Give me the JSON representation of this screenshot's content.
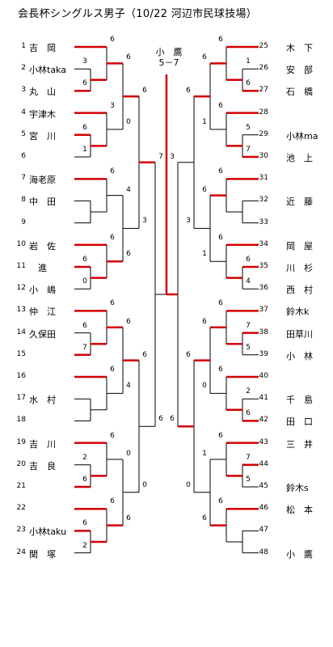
{
  "title": "会長杯シングルス男子（10/22 河辺市民球技場）",
  "champion": {
    "name": "小　鷹",
    "score": "5－7"
  },
  "colors": {
    "win": "#d40000",
    "line": "#000000"
  },
  "left_players": [
    {
      "n": "1",
      "name": "吉　岡"
    },
    {
      "n": "2",
      "name": "小林taka"
    },
    {
      "n": "3",
      "name": "丸　山"
    },
    {
      "n": "4",
      "name": "宇津木"
    },
    {
      "n": "5",
      "name": "宮　川"
    },
    {
      "n": "6",
      "name": ""
    },
    {
      "n": "7",
      "name": "海老原"
    },
    {
      "n": "8",
      "name": "中　田"
    },
    {
      "n": "9",
      "name": ""
    },
    {
      "n": "10",
      "name": "岩　佐"
    },
    {
      "n": "11",
      "name": "　進"
    },
    {
      "n": "12",
      "name": "小　嶋"
    },
    {
      "n": "13",
      "name": "仲　江"
    },
    {
      "n": "14",
      "name": "久保田"
    },
    {
      "n": "15",
      "name": ""
    },
    {
      "n": "16",
      "name": ""
    },
    {
      "n": "17",
      "name": "水　村"
    },
    {
      "n": "18",
      "name": ""
    },
    {
      "n": "19",
      "name": "吉　川"
    },
    {
      "n": "20",
      "name": "吉　良"
    },
    {
      "n": "21",
      "name": ""
    },
    {
      "n": "22",
      "name": ""
    },
    {
      "n": "23",
      "name": "小林taku"
    },
    {
      "n": "24",
      "name": "関　塚"
    }
  ],
  "right_players": [
    {
      "n": "25",
      "name": "木　下"
    },
    {
      "n": "26",
      "name": "安　部"
    },
    {
      "n": "27",
      "name": "石　橋"
    },
    {
      "n": "28",
      "name": ""
    },
    {
      "n": "29",
      "name": "小林ma"
    },
    {
      "n": "30",
      "name": "池　上"
    },
    {
      "n": "31",
      "name": ""
    },
    {
      "n": "32",
      "name": "近　藤"
    },
    {
      "n": "33",
      "name": ""
    },
    {
      "n": "34",
      "name": "岡　屋"
    },
    {
      "n": "35",
      "name": "川　杉"
    },
    {
      "n": "36",
      "name": "西　村"
    },
    {
      "n": "37",
      "name": "鈴木k"
    },
    {
      "n": "38",
      "name": "田草川"
    },
    {
      "n": "39",
      "name": "小　林"
    },
    {
      "n": "40",
      "name": ""
    },
    {
      "n": "41",
      "name": "千　島"
    },
    {
      "n": "42",
      "name": "田　口"
    },
    {
      "n": "43",
      "name": "三　井"
    },
    {
      "n": "44",
      "name": ""
    },
    {
      "n": "45",
      "name": "鈴木s"
    },
    {
      "n": "46",
      "name": "松　本"
    },
    {
      "n": "47",
      "name": ""
    },
    {
      "n": "48",
      "name": "小　鷹"
    }
  ],
  "left_scores": {
    "r1": [
      [
        "3",
        "6"
      ],
      [
        "6",
        "1"
      ],
      [
        "",
        ""
      ],
      [
        "6",
        "0"
      ],
      [
        "6",
        "7"
      ],
      [
        "",
        ""
      ],
      [
        "2",
        "6"
      ],
      [
        "6",
        "2"
      ]
    ],
    "r2": [
      [
        "6",
        "0"
      ],
      [
        "4",
        "6"
      ],
      [
        "6",
        "4"
      ],
      [
        "0",
        "6"
      ]
    ],
    "r3": [
      [
        "6",
        "3"
      ],
      [
        "6",
        "0"
      ]
    ],
    "sf": [
      "7",
      "6"
    ],
    "r0": [
      "6",
      "3",
      "6",
      "6",
      "6",
      "6",
      "6",
      "6"
    ]
  },
  "right_scores": {
    "r1": [
      [
        "1",
        "6"
      ],
      [
        "5",
        "7"
      ],
      [
        "",
        ""
      ],
      [
        "6",
        "4"
      ],
      [
        "7",
        "5"
      ],
      [
        "2",
        "6"
      ],
      [
        "7",
        "5"
      ],
      [
        "",
        ""
      ]
    ],
    "r2": [
      [
        "6",
        "1"
      ],
      [
        "6",
        "1"
      ],
      [
        "6",
        "0"
      ],
      [
        "1",
        "6"
      ]
    ],
    "r3": [
      [
        "6",
        "3"
      ],
      [
        "6",
        "0"
      ]
    ],
    "sf": [
      "3",
      "6"
    ],
    "r0": [
      "6",
      "6",
      "6",
      "6",
      "6",
      "6",
      "6",
      "6"
    ]
  }
}
